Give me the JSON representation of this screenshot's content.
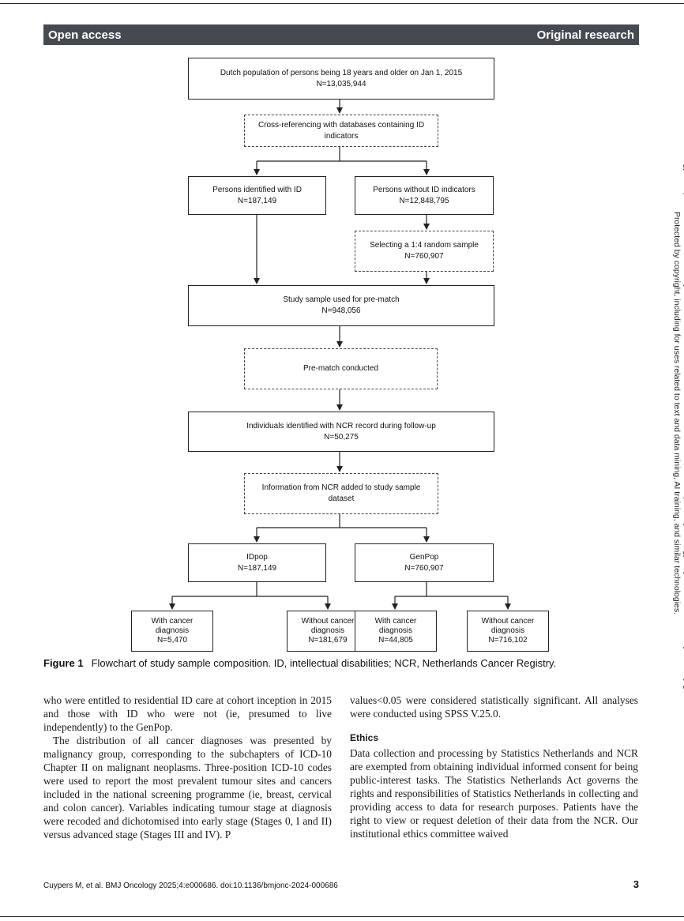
{
  "header": {
    "left": "Open access",
    "right": "Original research"
  },
  "flowchart": {
    "population": {
      "line1": "Dutch population of persons being 18 years and older on Jan 1, 2015",
      "line2": "N=13,035,944"
    },
    "crossref": {
      "line1": "Cross-referencing with databases containing ID",
      "line2": "indicators"
    },
    "with_id": {
      "line1": "Persons identified with ID",
      "line2": "N=187,149"
    },
    "without_id": {
      "line1": "Persons without ID indicators",
      "line2": "N=12,848,795"
    },
    "random_sample": {
      "line1": "Selecting a 1:4 random sample",
      "line2": "N=760,907"
    },
    "study_sample": {
      "line1": "Study sample used for pre-match",
      "line2": "N=948,056"
    },
    "prematch": {
      "line1": "Pre-match conducted"
    },
    "ncr_record": {
      "line1": "Individuals identified with NCR record during follow-up",
      "line2": "N=50,275"
    },
    "ncr_info": {
      "line1": "Information from NCR added to study sample",
      "line2": "dataset"
    },
    "idpop": {
      "line1": "IDpop",
      "line2": "N=187,149"
    },
    "genpop": {
      "line1": "GenPop",
      "line2": "N=760,907"
    },
    "id_with_cancer": {
      "line1": "With cancer",
      "line2": "diagnosis",
      "line3": "N=5,470"
    },
    "id_without_cancer": {
      "line1": "Without cancer",
      "line2": "diagnosis",
      "line3": "N=181,679"
    },
    "gen_with_cancer": {
      "line1": "With cancer",
      "line2": "diagnosis",
      "line3": "N=44,805"
    },
    "gen_without_cancer": {
      "line1": "Without cancer",
      "line2": "diagnosis",
      "line3": "N=716,102"
    }
  },
  "caption": {
    "label": "Figure 1",
    "text": "Flowchart of study sample composition. ID, intellectual disabilities; NCR, Netherlands Cancer Registry."
  },
  "body": {
    "left_p1": "who were entitled to residential ID care at cohort inception in 2015 and those with ID who were not (ie, presumed to live independently) to the GenPop.",
    "left_p2": "The distribution of all cancer diagnoses was presented by malignancy group, corresponding to the subchapters of ICD-10 Chapter II on malignant neoplasms. Three-position ICD-10 codes were used to report the most prevalent tumour sites and cancers included in the national screening programme (ie, breast, cervical and colon cancer). Variables indicating tumour stage at diagnosis were recoded and dichotomised into early stage (Stages 0, I and II) versus advanced stage (Stages III and IV). P",
    "right_p1": "values<0.05 were considered statistically significant. All analyses were conducted using SPSS V.25.0.",
    "ethics_heading": "Ethics",
    "right_p2": "Data collection and processing by Statistics Netherlands and NCR are exempted from obtaining individual informed consent for being public-interest tasks. The Statistics Netherlands Act governs the rights and responsibilities of Statistics Netherlands in collecting and providing access to data for research purposes. Patients have the right to view or request deletion of their data from the NCR. Our institutional ethics committee waived"
  },
  "side_note": "BMJ Oncology: first published as 10.1136/bmjonc-2024-000686 on 18 June 2025. Downloaded from https://bmjoncology.bmj.com on 23 February 2026 by guest. Protected by copyright, including for uses related to text and data mining, AI training, and similar technologies.",
  "footer": {
    "citation": "Cuypers M, et al. BMJ Oncology 2025;4:e000686. doi:10.1136/bmjonc-2024-000686",
    "page": "3"
  }
}
